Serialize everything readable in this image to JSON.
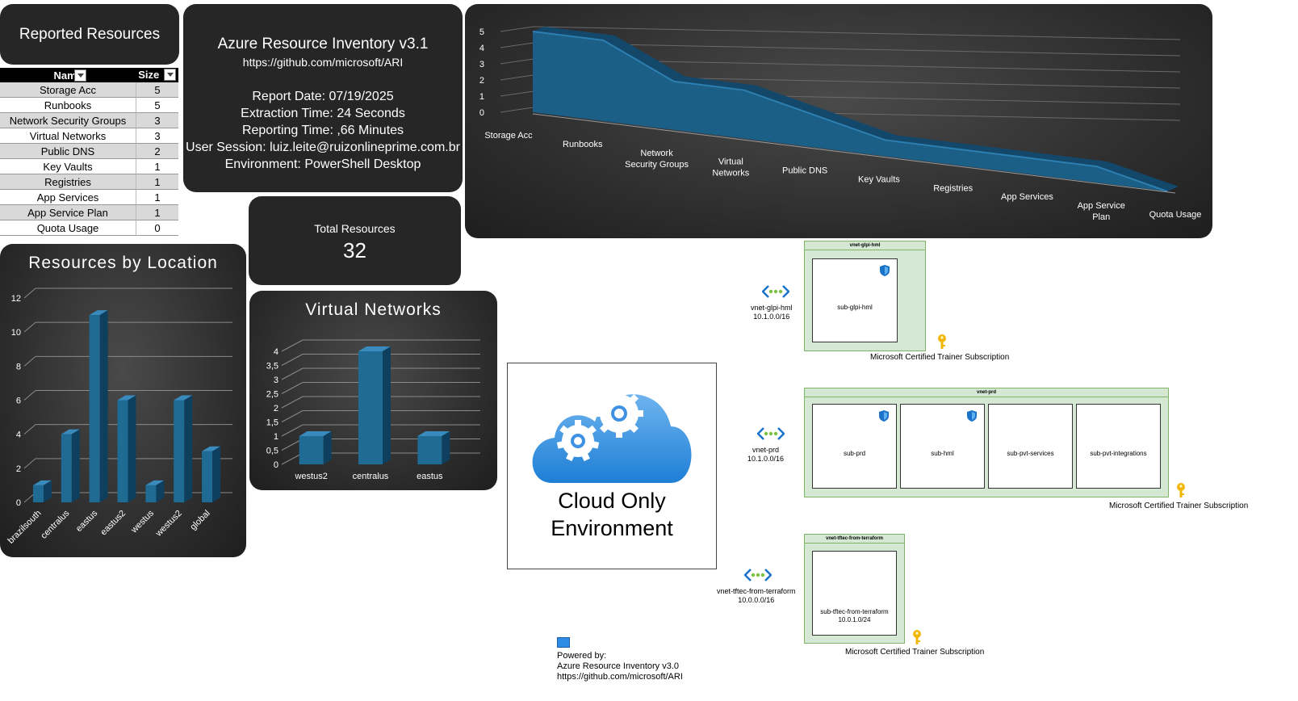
{
  "reported_resources": {
    "title": "Reported Resources",
    "headers": [
      "Name",
      "Size"
    ],
    "rows": [
      {
        "name": "Storage Acc",
        "size": "5"
      },
      {
        "name": "Runbooks",
        "size": "5"
      },
      {
        "name": "Network Security Groups",
        "size": "3"
      },
      {
        "name": "Virtual Networks",
        "size": "3"
      },
      {
        "name": "Public DNS",
        "size": "2"
      },
      {
        "name": "Key Vaults",
        "size": "1"
      },
      {
        "name": "Registries",
        "size": "1"
      },
      {
        "name": "App Services",
        "size": "1"
      },
      {
        "name": "App Service Plan",
        "size": "1"
      },
      {
        "name": "Quota Usage",
        "size": "0"
      }
    ]
  },
  "info": {
    "title": "Azure Resource Inventory v3.1",
    "url": "https://github.com/microsoft/ARI",
    "report_date": "Report Date: 07/19/2025",
    "extraction_time": "Extraction Time: 24 Seconds",
    "reporting_time": "Reporting Time: ,66 Minutes",
    "user_session": "User Session: luiz.leite@ruizonlineprime.com.br",
    "environment": "Environment: PowerShell Desktop"
  },
  "total": {
    "label": "Total Resources",
    "value": "32"
  },
  "diagram": {
    "cloud_text_1": "Cloud Only",
    "cloud_text_2": "Environment",
    "powered_by": "Powered by:",
    "powered_name": "Azure Resource Inventory v3.0",
    "powered_url": "https://github.com/microsoft/ARI",
    "vnets": [
      {
        "header": "vnet-glpi-hml",
        "name": "vnet-glpi-hml",
        "cidr": "10.1.0.0/16",
        "subnets": [
          {
            "name": "sub-glpi-hml",
            "cidr": ""
          }
        ],
        "subscription": "Microsoft Certified Trainer Subscription"
      },
      {
        "header": "vnet-prd",
        "name": "vnet-prd",
        "cidr": "10.1.0.0/16",
        "subnets": [
          {
            "name": "sub-prd",
            "cidr": ""
          },
          {
            "name": "sub-hml",
            "cidr": ""
          },
          {
            "name": "sub-pvt-services",
            "cidr": ""
          },
          {
            "name": "sub-pvt-integrations",
            "cidr": ""
          }
        ],
        "subscription": "Microsoft Certified Trainer Subscription"
      },
      {
        "header": "vnet-tftec-from-terraform",
        "name": "vnet-tftec-from-terraform",
        "cidr": "10.0.0.0/16",
        "subnets": [
          {
            "name": "sub-tftec-from-terraform",
            "cidr": "10.0.1.0/24"
          }
        ],
        "subscription": "Microsoft Certified Trainer Subscription"
      }
    ]
  },
  "colors": {
    "bar": "#1f6b94",
    "area": "#1b5f86",
    "card": "#262626"
  },
  "chart_data": [
    {
      "type": "area",
      "categories": [
        "Storage Acc",
        "Runbooks",
        "Network Security Groups",
        "Virtual Networks",
        "Public DNS",
        "Key Vaults",
        "Registries",
        "App Services",
        "App Service Plan",
        "Quota Usage"
      ],
      "category_lines": [
        [
          "Storage Acc"
        ],
        [
          "Runbooks"
        ],
        [
          "Network",
          "Security Groups"
        ],
        [
          "Virtual",
          "Networks"
        ],
        [
          "Public DNS"
        ],
        [
          "Key Vaults"
        ],
        [
          "Registries"
        ],
        [
          "App Services"
        ],
        [
          "App Service",
          "Plan"
        ],
        [
          "Quota Usage"
        ]
      ],
      "values": [
        5,
        5,
        3,
        3,
        2,
        1,
        1,
        1,
        1,
        0
      ],
      "yticks": [
        "0",
        "1",
        "2",
        "3",
        "4",
        "5"
      ],
      "ylim": [
        0,
        5
      ]
    },
    {
      "type": "bar",
      "title": "Resources by Location",
      "categories": [
        "brazilsouth",
        "centralus",
        "eastus",
        "eastus2",
        "westus",
        "westus2",
        "global"
      ],
      "values": [
        1,
        4,
        11,
        6,
        1,
        6,
        3
      ],
      "yticks": [
        "0",
        "2",
        "4",
        "6",
        "8",
        "10",
        "12"
      ],
      "ylim": [
        0,
        12
      ]
    },
    {
      "type": "bar",
      "title": "Virtual Networks",
      "categories": [
        "westus2",
        "centralus",
        "eastus"
      ],
      "values": [
        1,
        4,
        1
      ],
      "yticks": [
        "0",
        "0,5",
        "1",
        "1,5",
        "2",
        "2,5",
        "3",
        "3,5",
        "4"
      ],
      "ylim": [
        0,
        4
      ]
    }
  ]
}
